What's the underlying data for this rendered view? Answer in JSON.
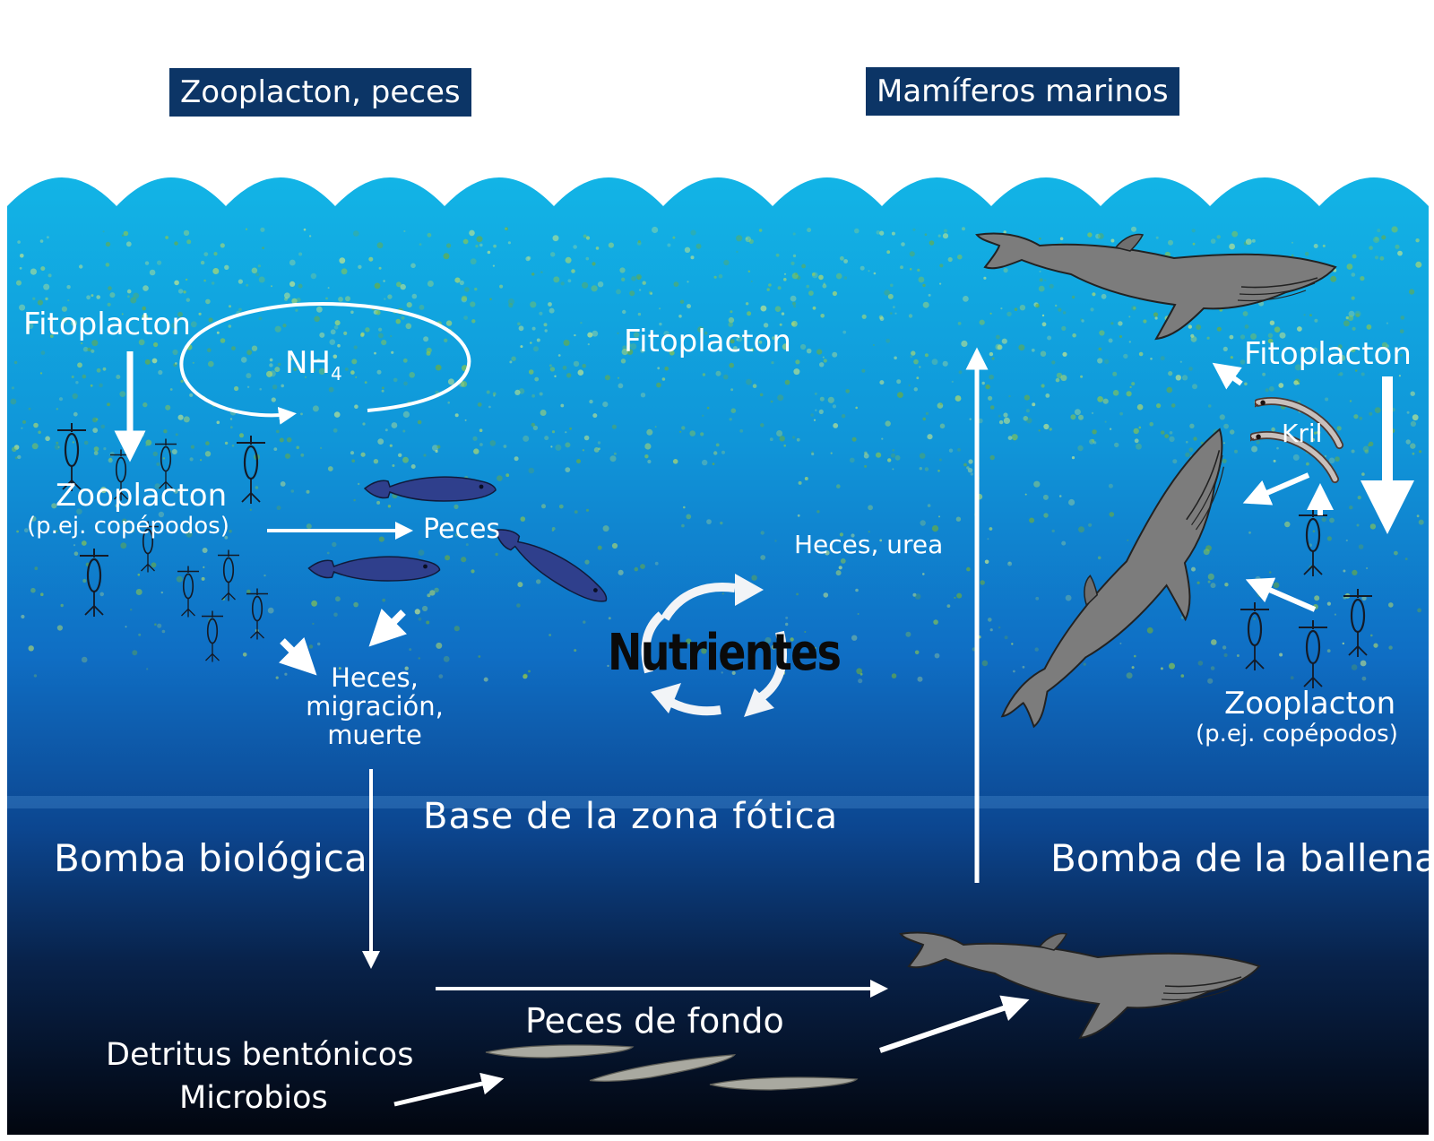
{
  "headers": {
    "left": "Zooplacton, peces",
    "right": "Mamíferos marinos"
  },
  "labels": {
    "fito_left": "Fitoplacton",
    "nh4_base": "NH",
    "nh4_sub": "4",
    "fito_center": "Fitoplacton",
    "fito_right": "Fitoplacton",
    "kril": "Kril",
    "zoo_left": "Zooplacton",
    "zoo_left_sub": "(p.ej. copépodos)",
    "peces": "Peces",
    "heces_urea": "Heces, urea",
    "nutrientes": "Nutrientes",
    "heces_line1": "Heces,",
    "heces_line2": "migración,",
    "heces_line3": "muerte",
    "zoo_right": "Zooplacton",
    "zoo_right_sub": "(p.ej. copépodos)",
    "base_zona": "Base de la zona fótica",
    "bomba_bio": "Bomba biológica",
    "bomba_ballena": "Bomba de la ballena",
    "peces_fondo": "Peces de fondo",
    "detritus": "Detritus bentónicos",
    "microbios": "Microbios"
  },
  "colors": {
    "header_bg": "#0c3566",
    "surface": "#12b4e6",
    "mid": "#0f6ec4",
    "deep": "#08224a",
    "bottom": "#02060f",
    "plankton": "#8fc84a",
    "fish": "#2f3f8c",
    "whale": "#7a7a7a"
  }
}
